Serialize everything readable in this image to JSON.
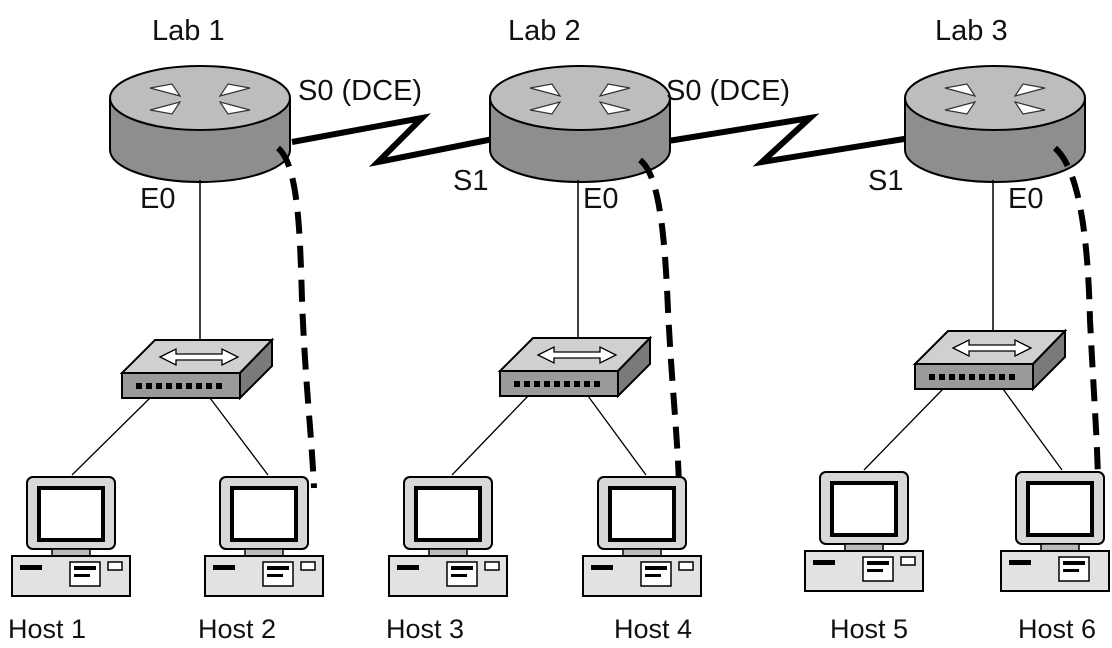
{
  "labs": [
    {
      "label": "Lab 1",
      "router_ports": {
        "s0": "S0 (DCE)",
        "e0": "E0"
      }
    },
    {
      "label": "Lab 2",
      "router_ports": {
        "s0": "S0 (DCE)",
        "s1": "S1",
        "e0": "E0"
      }
    },
    {
      "label": "Lab 3",
      "router_ports": {
        "s1": "S1",
        "e0": "E0"
      }
    }
  ],
  "hosts": [
    {
      "label": "Host 1"
    },
    {
      "label": "Host 2"
    },
    {
      "label": "Host 3"
    },
    {
      "label": "Host 4"
    },
    {
      "label": "Host 5"
    },
    {
      "label": "Host 6"
    }
  ],
  "colors": {
    "router_top": "#bdbdbd",
    "router_side": "#8e8e8e",
    "line": "#000000",
    "switch_top": "#d0d0d0",
    "switch_side": "#9a9a9a"
  }
}
